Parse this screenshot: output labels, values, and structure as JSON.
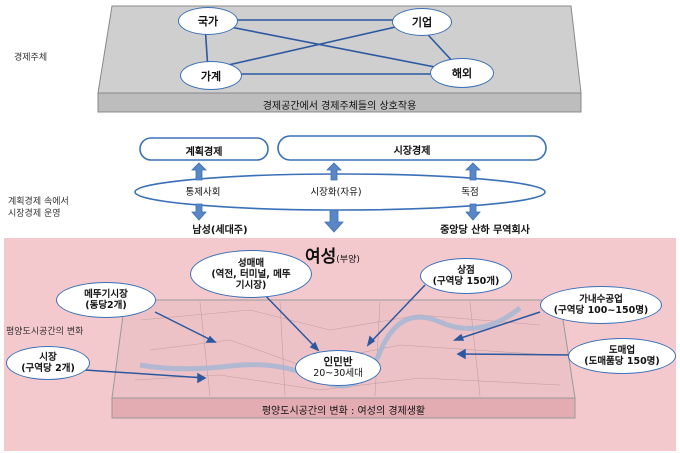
{
  "top": {
    "side_label": "경제주체",
    "nodes": {
      "state": "국가",
      "firm": "기업",
      "household": "가계",
      "foreign": "해외"
    },
    "caption": "경제공간에서 경제주체들의 상호작용"
  },
  "middle": {
    "plan_box": "계획경제",
    "market_box": "시장경제",
    "ellipse_items": {
      "control": "통제사회",
      "market": "시장화(자유)",
      "monopoly": "독점"
    },
    "side_label_line1": "계획경제 속에서",
    "side_label_line2": "시장경제 운영",
    "out_left": "남성(세대주)",
    "out_right": "중앙당 산하 무역회사"
  },
  "bottom": {
    "title_main": "여성",
    "title_sub": "(부양)",
    "side_label": "평양도시공간의 변화",
    "caption": "평양도시공간의 변화 : 여성의 경제생활",
    "center": {
      "line1": "인민반",
      "line2": "20~30세대"
    },
    "callouts": {
      "sex": {
        "line1": "성매매",
        "line2": "(역전, 터미널, 메뚜",
        "line3": "기시장)"
      },
      "shop": {
        "line1": "상점",
        "line2": "(구역당 150개)"
      },
      "grass_market": {
        "line1": "메뚜기시장",
        "line2": "(동당2개)"
      },
      "handicraft": {
        "line1": "가내수공업",
        "line2": "(구역당 100~150명)"
      },
      "market": {
        "line1": "시장",
        "line2": "(구역당 2개)"
      },
      "wholesale": {
        "line1": "도매업",
        "line2": "(도매품당 150명)"
      }
    }
  },
  "colors": {
    "accent_blue": "#3a70b8",
    "pink_bg": "#f4c9cd",
    "plate_gray": "#c9c9c9",
    "plate_pink": "#e8b3b8"
  }
}
